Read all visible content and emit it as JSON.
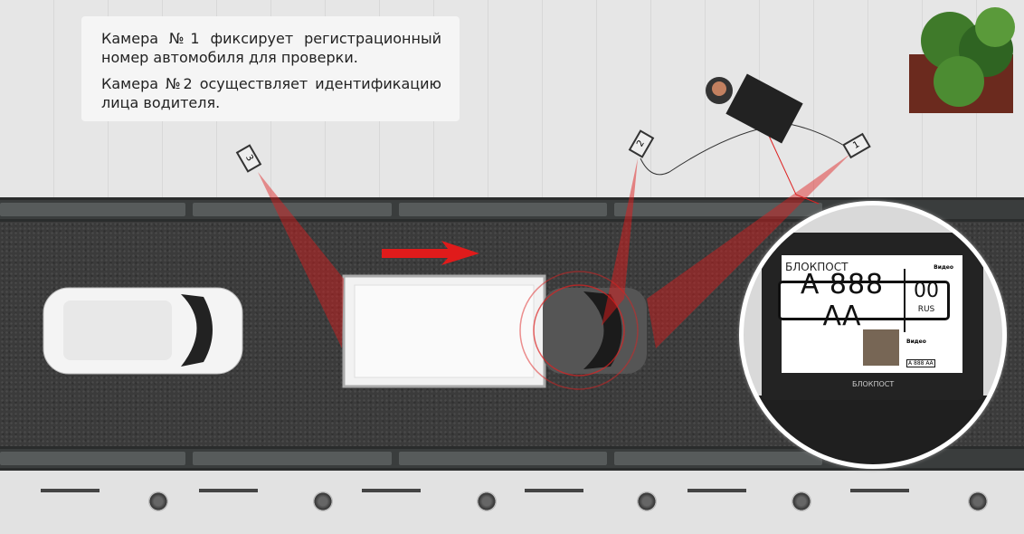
{
  "info": {
    "line1": "Камера №1 фиксирует регистрационный номер автомобиля для проверки.",
    "line2": "Камера №2 осуществляет идентификацию лица водителя."
  },
  "cameras": [
    {
      "label": "1"
    },
    {
      "label": "2"
    },
    {
      "label": "3"
    }
  ],
  "inset": {
    "brand": "БЛОКПОСТ",
    "plate_number": "А 888 АА",
    "plate_region": "00",
    "plate_country": "RUS",
    "video_label": "Видео",
    "small_plate": "А 888 АА",
    "case_brand": "БЛО"
  },
  "colors": {
    "beam": "#e01b1b",
    "road": "#3b3b3b"
  }
}
